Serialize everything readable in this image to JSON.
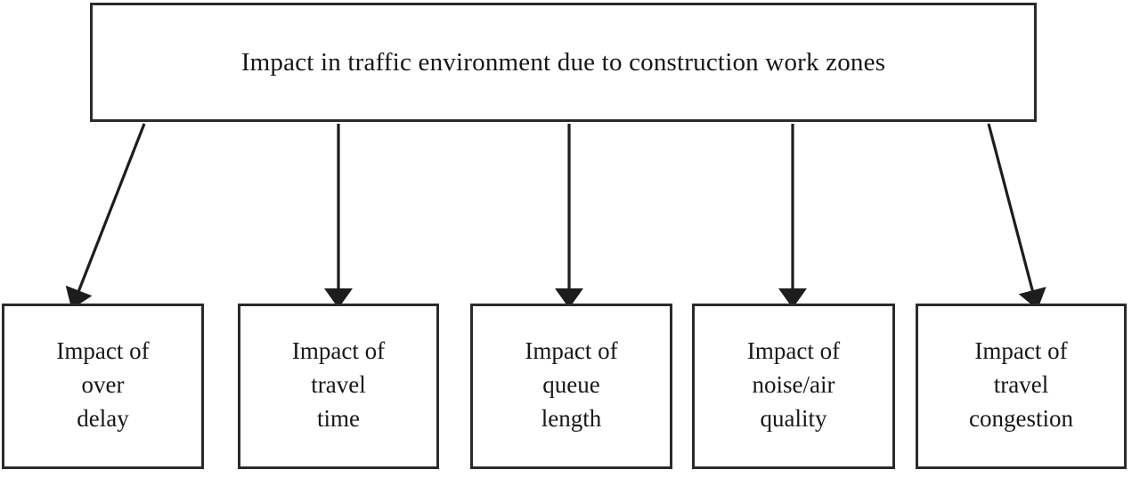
{
  "diagram": {
    "type": "hierarchy-flowchart",
    "background_color": "#ffffff",
    "line_color": "#2b2b2b",
    "text_color": "#171717",
    "root": {
      "label": "Impact in traffic environment due to construction work zones"
    },
    "children": [
      {
        "label": "Impact of\nover\ndelay",
        "connector": "diagonal-left",
        "arrow": "down"
      },
      {
        "label": "Impact of\ntravel\ntime",
        "connector": "vertical",
        "arrow": "down"
      },
      {
        "label": "Impact of\nqueue\nlength",
        "connector": "vertical",
        "arrow": "down"
      },
      {
        "label": "Impact of\nnoise/air\nquality",
        "connector": "vertical",
        "arrow": "down"
      },
      {
        "label": "Impact of\ntravel\ncongestion",
        "connector": "diagonal-right",
        "arrow": "down"
      }
    ]
  }
}
